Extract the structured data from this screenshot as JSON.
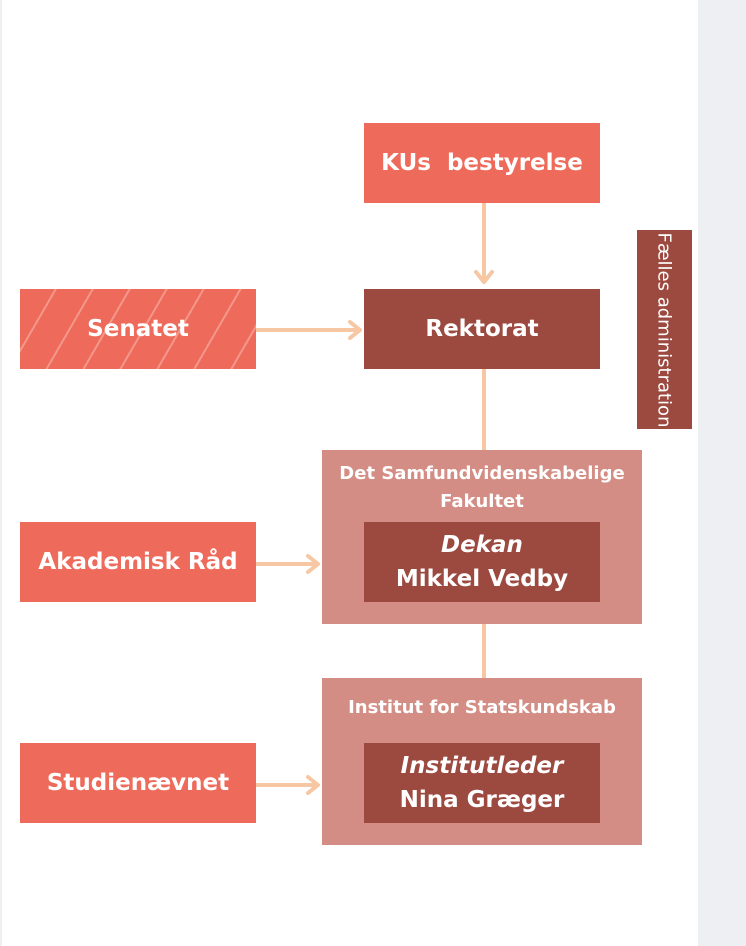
{
  "board": {
    "label": "KUs  bestyrelse"
  },
  "rector": {
    "label": "Rektorat"
  },
  "senate": {
    "label": "Senatet"
  },
  "academic_council": {
    "label": "Akademisk Råd"
  },
  "study_board": {
    "label": "Studienævnet"
  },
  "faculty": {
    "title_line1": "Det Samfundvidenskabelige",
    "title_line2": "Fakultet",
    "role": "Dekan",
    "person": "Mikkel Vedby"
  },
  "department": {
    "title": "Institut for Statskundskab",
    "role": "Institutleder",
    "person": "Nina Græger"
  },
  "shared_admin": {
    "label": "Fælles administration"
  },
  "colors": {
    "coral": "#ee6b5b",
    "dark_red": "#9c4a40",
    "pink": "#d38d84",
    "connector": "#f6c7a2"
  }
}
